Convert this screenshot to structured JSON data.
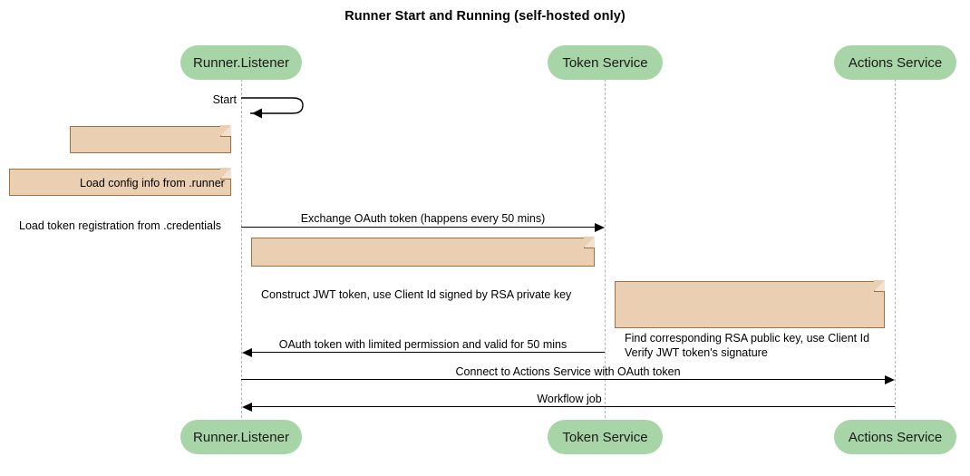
{
  "diagram": {
    "type": "sequence-diagram",
    "title": "Runner Start and Running (self-hosted only)",
    "colors": {
      "participant_fill": "#a8d5a7",
      "note_fill": "#eacfb2",
      "note_border": "#a0703f",
      "lifeline": "#b3b3b3",
      "arrow": "#000000",
      "background": "#ffffff"
    },
    "participants": [
      {
        "id": "runner",
        "label": "Runner.Listener"
      },
      {
        "id": "token",
        "label": "Token Service"
      },
      {
        "id": "actions",
        "label": "Actions Service"
      }
    ],
    "self_messages": [
      {
        "from": "runner",
        "to": "runner",
        "label": "Start"
      }
    ],
    "notes": [
      {
        "id": "note-load-config",
        "over": "runner",
        "text": "Load config info from .runner"
      },
      {
        "id": "note-load-token",
        "over": "runner",
        "text": "Load token registration from .credentials"
      },
      {
        "id": "note-construct-jwt",
        "over": "runner",
        "text": "Construct JWT token, use Client Id signed by RSA private key"
      },
      {
        "id": "note-verify-jwt",
        "over": "token",
        "text": "Find corresponding RSA public key, use Client Id\nVerify JWT token's signature"
      }
    ],
    "messages": [
      {
        "id": "msg-exchange-token",
        "from": "runner",
        "to": "token",
        "direction": "right",
        "label": "Exchange OAuth token (happens every 50 mins)"
      },
      {
        "id": "msg-oauth-token",
        "from": "token",
        "to": "runner",
        "direction": "left",
        "label": "OAuth token with limited permission and valid for 50 mins"
      },
      {
        "id": "msg-connect-actions",
        "from": "runner",
        "to": "actions",
        "direction": "right",
        "label": "Connect to Actions Service with OAuth token"
      },
      {
        "id": "msg-workflow-job",
        "from": "actions",
        "to": "runner",
        "direction": "left",
        "label": "Workflow job"
      }
    ]
  }
}
